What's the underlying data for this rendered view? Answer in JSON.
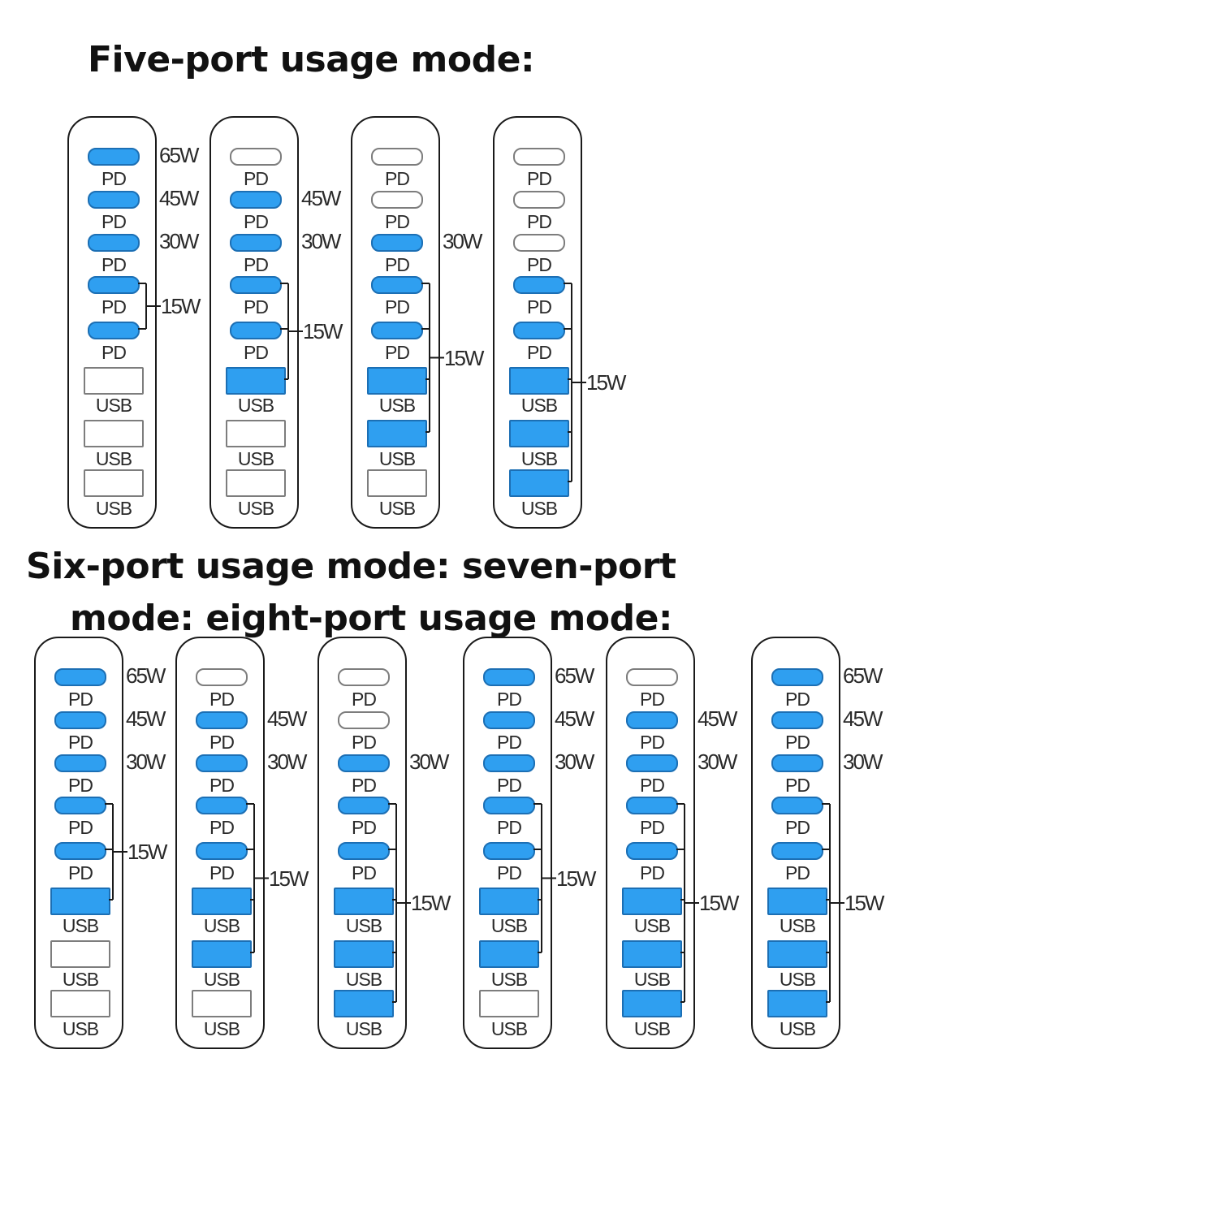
{
  "headings": {
    "five_port": "Five-port usage mode:",
    "six_line1": "Six-port usage mode: seven-port",
    "six_line2": "mode: eight-port usage mode:"
  },
  "port_labels": {
    "pd": "PD",
    "usb": "USB"
  },
  "colors": {
    "active_port": "#2f9ff0",
    "active_border": "#1c6fb4",
    "inactive_border": "#7d7d7d",
    "outline": "#1a1a1a"
  },
  "groups": [
    {
      "name": "five-port",
      "panels": [
        {
          "ports": [
            1,
            1,
            1,
            1,
            1,
            0,
            0,
            0
          ],
          "labels": {
            "0": "65W",
            "1": "45W",
            "2": "30W"
          },
          "shared_label": "15W",
          "shared_ports": [
            3,
            4
          ]
        },
        {
          "ports": [
            0,
            1,
            1,
            1,
            1,
            1,
            0,
            0
          ],
          "labels": {
            "1": "45W",
            "2": "30W"
          },
          "shared_label": "15W",
          "shared_ports": [
            3,
            4,
            5
          ]
        },
        {
          "ports": [
            0,
            0,
            1,
            1,
            1,
            1,
            1,
            0
          ],
          "labels": {
            "2": "30W"
          },
          "shared_label": "15W",
          "shared_ports": [
            3,
            4,
            5,
            6
          ]
        },
        {
          "ports": [
            0,
            0,
            0,
            1,
            1,
            1,
            1,
            1
          ],
          "labels": {},
          "shared_label": "15W",
          "shared_ports": [
            3,
            4,
            5,
            6,
            7
          ]
        }
      ]
    },
    {
      "name": "six-seven-eight-port",
      "panels": [
        {
          "ports": [
            1,
            1,
            1,
            1,
            1,
            1,
            0,
            0
          ],
          "labels": {
            "0": "65W",
            "1": "45W",
            "2": "30W"
          },
          "shared_label": "15W",
          "shared_ports": [
            3,
            4,
            5
          ]
        },
        {
          "ports": [
            0,
            1,
            1,
            1,
            1,
            1,
            1,
            0
          ],
          "labels": {
            "1": "45W",
            "2": "30W"
          },
          "shared_label": "15W",
          "shared_ports": [
            3,
            4,
            5,
            6
          ]
        },
        {
          "ports": [
            0,
            0,
            1,
            1,
            1,
            1,
            1,
            1
          ],
          "labels": {
            "2": "30W"
          },
          "shared_label": "15W",
          "shared_ports": [
            3,
            4,
            5,
            6,
            7
          ]
        },
        {
          "ports": [
            1,
            1,
            1,
            1,
            1,
            1,
            1,
            0
          ],
          "labels": {
            "0": "65W",
            "1": "45W",
            "2": "30W"
          },
          "shared_label": "15W",
          "shared_ports": [
            3,
            4,
            5,
            6
          ]
        },
        {
          "ports": [
            0,
            1,
            1,
            1,
            1,
            1,
            1,
            1
          ],
          "labels": {
            "1": "45W",
            "2": "30W"
          },
          "shared_label": "15W",
          "shared_ports": [
            3,
            4,
            5,
            6,
            7
          ]
        },
        {
          "ports": [
            1,
            1,
            1,
            1,
            1,
            1,
            1,
            1
          ],
          "labels": {
            "0": "65W",
            "1": "45W",
            "2": "30W"
          },
          "shared_label": "15W",
          "shared_ports": [
            3,
            4,
            5,
            6,
            7
          ]
        }
      ]
    }
  ]
}
